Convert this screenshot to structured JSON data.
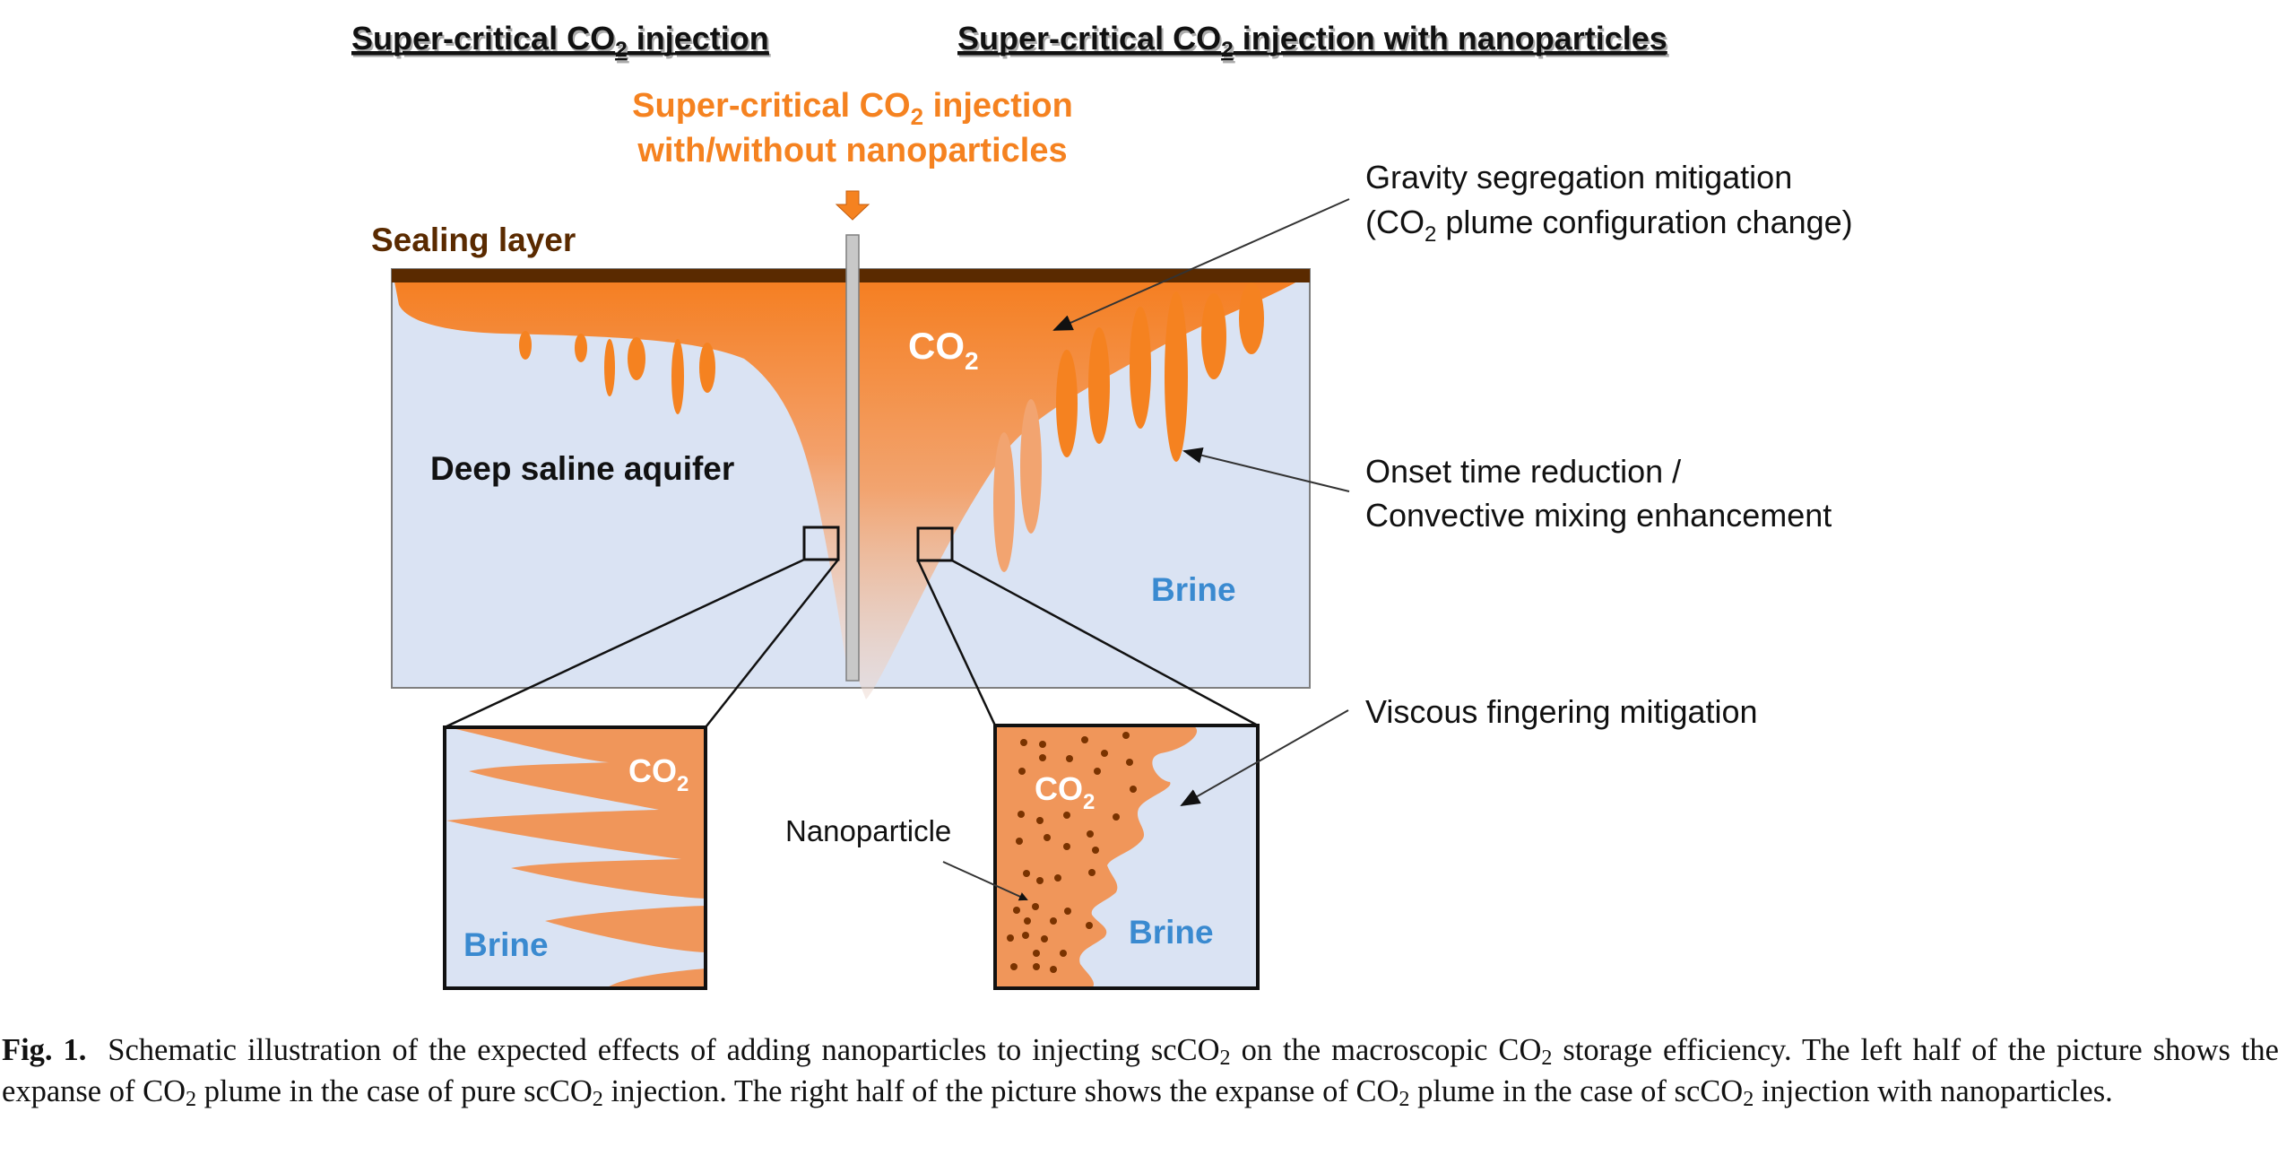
{
  "figure": {
    "header_left": {
      "main": "Super-critical CO",
      "sub": "2",
      "tail": " injection"
    },
    "header_right": {
      "main": "Super-critical CO",
      "sub": "2",
      "tail": " injection with nanoparticles"
    },
    "injection_label": {
      "line1_main": "Super-critical  CO",
      "line1_sub": "2",
      "line1_tail": " injection",
      "line2": "with/without  nanoparticles"
    },
    "sealing_layer_label": "Sealing layer",
    "aquifer_label": "Deep saline aquifer",
    "plume_label": {
      "main": "CO",
      "sub": "2"
    },
    "brine_label": "Brine",
    "annotations": {
      "gravity_line1": "Gravity  segregation  mitigation",
      "gravity_line2_pre": "(CO",
      "gravity_line2_sub": "2",
      "gravity_line2_tail": " plume  configuration  change)",
      "onset_line1": "Onset  time  reduction  /",
      "onset_line2": "Convective  mixing  enhancement",
      "viscous": "Viscous  fingering  mitigation"
    },
    "inset_left": {
      "co2_main": "CO",
      "co2_sub": "2",
      "brine": "Brine"
    },
    "inset_right": {
      "co2_main": "CO",
      "co2_sub": "2",
      "brine": "Brine"
    },
    "nanoparticle_label": "Nanoparticle"
  },
  "caption": {
    "label": "Fig. 1.",
    "t1": "Schematic illustration of the expected effects of adding nanoparticles to injecting scCO",
    "s1": "2",
    "t2": " on the macroscopic CO",
    "s2": "2",
    "t3": " storage efficiency. The left half of the picture shows the expanse of CO",
    "s3": "2",
    "t4": " plume in the case of pure scCO",
    "s4": "2",
    "t5": " injection. The right half of the picture shows the expanse of CO",
    "s5": "2",
    "t6": " plume in the case of scCO",
    "s6": "2",
    "t7": " injection with nanoparticles."
  },
  "colors": {
    "co2_orange": "#f58220",
    "co2_light": "#f0965a",
    "brine_bg": "#dae3f3",
    "sealing_brown": "#5a2a00",
    "brine_text": "#3a8ad0",
    "well_gray": "#c8c8c8",
    "particle": "#7a3300"
  }
}
